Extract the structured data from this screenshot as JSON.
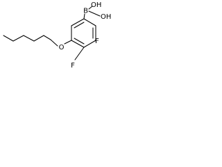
{
  "molecule": {
    "atoms": {
      "oxygen": "O",
      "boron": "B",
      "hydroxyl_top": "OH",
      "hydroxyl_side": "OH",
      "fluorine_2": "F",
      "fluorine_3": "F"
    }
  },
  "colors": {
    "bond": "#000000",
    "label": "#000000",
    "background": "#ffffff"
  }
}
